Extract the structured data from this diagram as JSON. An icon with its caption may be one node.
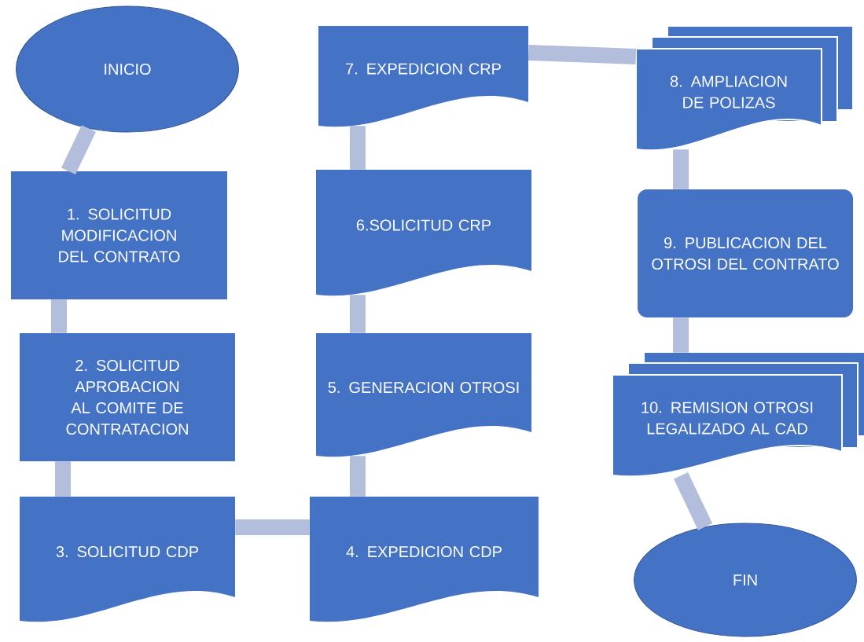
{
  "diagram": {
    "nodes": [
      {
        "text": [
          "INICIO"
        ]
      },
      {
        "text": [
          "1. SOLICITUD MODIFICACION DEL CONTRATO"
        ]
      },
      {
        "text": [
          "2. SOLICITUD APROBACION AL COMITE DE CONTRATACION"
        ]
      },
      {
        "text": [
          "3. SOLICITUD CDP"
        ]
      },
      {
        "text": [
          "4. EXPEDICION CDP"
        ]
      },
      {
        "text": [
          "5. GENERACION OTROSI"
        ]
      },
      {
        "text": [
          "6.SOLICITUD CRP"
        ]
      },
      {
        "text": [
          "7. EXPEDICION CRP"
        ]
      },
      {
        "text": [
          "8. AMPLIACION DE POLIZAS"
        ]
      },
      {
        "text": [
          "9. PUBLICACION DEL OTROSI DEL CONTRATO"
        ]
      },
      {
        "text": [
          "10. REMISION OTROSI LEGALIZADO AL CAD"
        ]
      },
      {
        "text": [
          "FIN"
        ]
      }
    ],
    "edges": [
      {
        "from": 0,
        "to": 1,
        "arrow": "none"
      },
      {
        "from": 1,
        "to": 2,
        "arrow": "none"
      },
      {
        "from": 2,
        "to": 3,
        "arrow": "none"
      },
      {
        "from": 3,
        "to": 4,
        "arrow": "none"
      },
      {
        "from": 4,
        "to": 5,
        "arrow": "none"
      },
      {
        "from": 5,
        "to": 6,
        "arrow": "none"
      },
      {
        "from": 6,
        "to": 7,
        "arrow": "none"
      },
      {
        "from": 7,
        "to": 8,
        "arrow": "none"
      },
      {
        "from": 8,
        "to": 9,
        "arrow": "none"
      },
      {
        "from": 9,
        "to": 10,
        "arrow": "none"
      },
      {
        "from": 10,
        "to": 11,
        "arrow": "none"
      }
    ]
  }
}
